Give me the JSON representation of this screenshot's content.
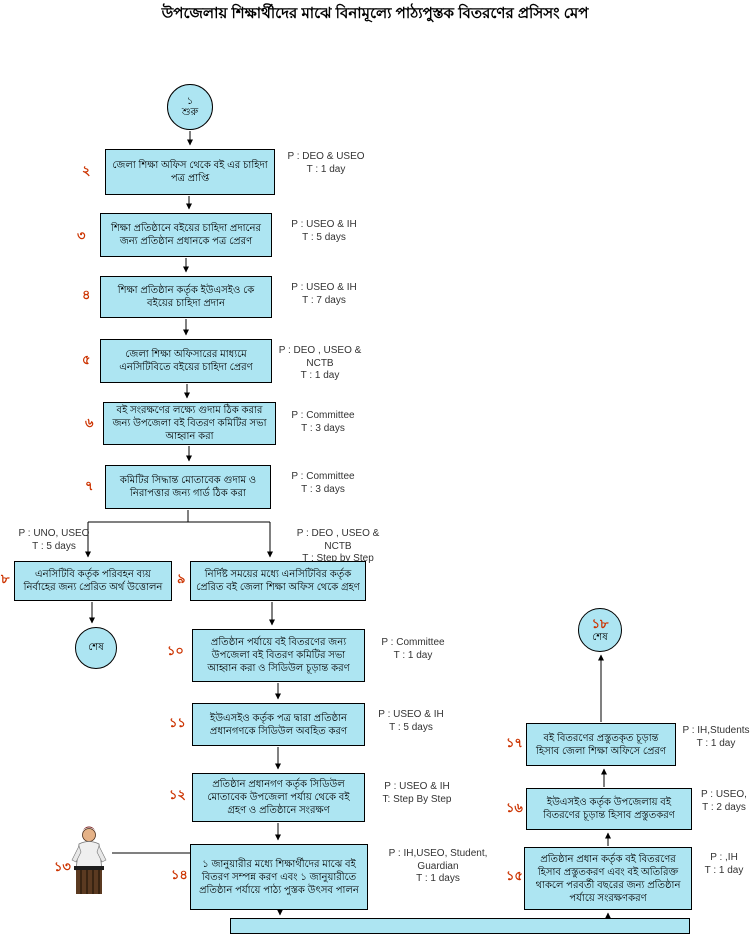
{
  "title": "উপজেলায় শিক্ষার্থীদের মাঝে বিনামূল্যে পাঠ্যপুস্তক বিতরণের প্রসিসং মেপ",
  "colors": {
    "node_fill": "#ade5f2",
    "node_border": "#000000",
    "step_number_red": "#cc3300",
    "annotation_text": "#333333"
  },
  "start_node": {
    "num": "১",
    "label": "শুরু"
  },
  "end_node_left": {
    "label": "শেষ"
  },
  "end_node_right": {
    "num": "১৮",
    "label": "শেষ"
  },
  "steps": {
    "s2": {
      "num": "২",
      "text": "জেলা শিক্ষা অফিস থেকে বই এর চাহিদা পত্র প্রাপ্তি",
      "p": "P : DEO & USEO",
      "t": "T : 1 day"
    },
    "s3": {
      "num": "৩",
      "text": "শিক্ষা প্রতিষ্ঠানে বইয়ের চাহিদা প্রদানের জন্য প্রতিষ্ঠান প্রধানকে পত্র প্রেরণ",
      "p": "P : USEO & IH",
      "t": "T : 5 days"
    },
    "s4": {
      "num": "৪",
      "text": "শিক্ষা প্রতিষ্ঠান কর্তৃক ইউএসইও কে বইয়ের চাহিদা প্রদান",
      "p": "P : USEO & IH",
      "t": "T : 7 days"
    },
    "s5": {
      "num": "৫",
      "text": "জেলা শিক্ষা অফিসারের মাধ্যমে এনসিটিবিতে বইয়ের চাহিদা প্রেরণ",
      "p": "P : DEO , USEO & NCTB",
      "t": "T : 1 day"
    },
    "s6": {
      "num": "৬",
      "text": "বই সংরক্ষণের লক্ষ্যে গুদাম ঠিক করার জন্য উপজেলা বই বিতরণ কমিটির সভা আহ্বান করা",
      "p": "P : Committee",
      "t": "T : 3 days"
    },
    "s7": {
      "num": "৭",
      "text": "কমিটির সিদ্ধান্ত মোতাবেক গুদাম ও নিরাপত্তার জন্য গার্ড ঠিক করা",
      "p": "P : Committee",
      "t": "T : 3 days"
    },
    "s8": {
      "num": "৮",
      "text": "এনসিটিবি কর্তৃক পরিবহন ব্যয় নির্বাহের জন্য প্রেরিত অর্থ উত্তোলন",
      "p": "P : UNO, USEO",
      "t": "T : 5 days"
    },
    "s9": {
      "num": "৯",
      "text": "নির্দিষ্ট সময়ের মধ্যে এনসিটিবির কর্তৃক প্রেরিত বই জেলা শিক্ষা অফিস থেকে গ্রহণ",
      "p": "P : DEO , USEO & NCTB",
      "t": "T : Step by Step"
    },
    "s10": {
      "num": "১০",
      "text": "প্রতিষ্ঠান পর্যায়ে বই বিতরণের জন্য উপজেলা বই বিতরণ কমিটির সভা আহ্বান করা ও সিডিউল চূড়ান্ত করণ",
      "p": "P : Committee",
      "t": "T : 1 day"
    },
    "s11": {
      "num": "১১",
      "text": "ইউএসইও কর্তৃক পত্র দ্বারা প্রতিষ্ঠান প্রধানগণকে সিডিউল অবহিত করণ",
      "p": "P : USEO & IH",
      "t": "T : 5 days"
    },
    "s12": {
      "num": "১২",
      "text": "প্রতিষ্ঠান প্রধানগণ কর্তৃক সিডিউল মোতাবেক উপজেলা পর্যায় থেকে বই গ্রহণ ও প্রতিষ্ঠানে সংরক্ষণ",
      "p": "P : USEO & IH",
      "t": "T: Step By Step"
    },
    "s13": {
      "num": "১৩"
    },
    "s14": {
      "num": "১৪",
      "text": "১ জানুয়ারীর মধ্যে শিক্ষার্থীদের মাঝে বই বিতরণ সম্পন্ন করণ এবং ১ জানুয়ারীতে প্রতিষ্ঠান পর্যায়ে পাঠ্য পুস্তক উৎসব পালন",
      "p": "P : IH,USEO, Student, Guardian",
      "t": "T : 1 days"
    },
    "s15": {
      "num": "১৫",
      "text": "প্রতিষ্ঠান প্রধান কর্তৃক বই বিতরণের হিসাব প্রস্তুতকরণ এবং বই অতিরিক্ত থাকলে পরবর্তী বছরের জন্য প্রতিষ্ঠান পর্যায়ে সংরক্ষণকরণ",
      "p": "P : ,IH",
      "t": "T : 1 day"
    },
    "s16": {
      "num": "১৬",
      "text": "ইউএসইও কর্তৃক উপজেলায় বই বিতরণের চূড়ান্ত হিসাব প্রস্তুতকরণ",
      "p": "P : USEO,",
      "t": "T : 2 days"
    },
    "s17": {
      "num": "১৭",
      "text": "বই বিতরণের প্রস্তুতকৃত চূড়ান্ত হিসাব জেলা শিক্ষা অফিসে প্রেরণ",
      "p": "P : IH,Students",
      "t": "T : 1 day"
    }
  }
}
